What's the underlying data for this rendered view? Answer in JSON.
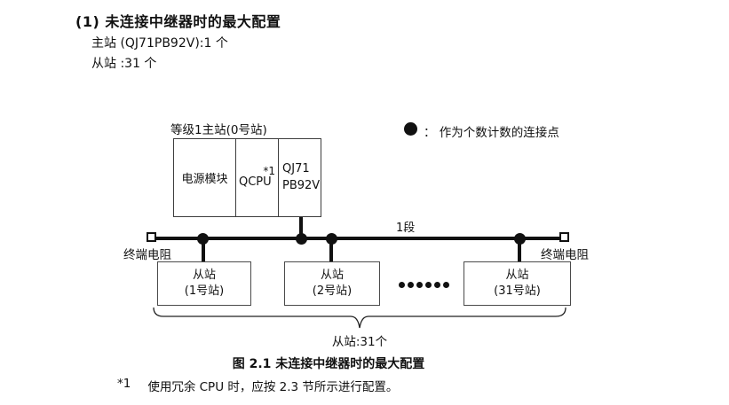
{
  "page": {
    "heading": "(1) 未连接中继器时的最大配置",
    "master_line": "主站 (QJ71PB92V):1 个",
    "slave_line": "从站 :31 个"
  },
  "legend": {
    "dot_icon": "filled-circle",
    "text": "： 作为个数计数的连接点"
  },
  "diagram": {
    "master_label": "等级1主站(0号站)",
    "master_cells": {
      "power": "电源模块",
      "cpu": "QCPU",
      "cpu_note": "*1",
      "module_line1": "QJ71",
      "module_line2": "PB92V"
    },
    "segment_label": "1段",
    "terminator_left": "终端电阻",
    "terminator_right": "终端电阻",
    "slaves": [
      {
        "line1": "从站",
        "line2": "(1号站)"
      },
      {
        "line1": "从站",
        "line2": "(2号站)"
      },
      {
        "line1": "从站",
        "line2": "(31号站)"
      }
    ],
    "ellipsis_dots": 6,
    "brace_label": "从站:31个"
  },
  "caption": "图 2.1 未连接中继器时的最大配置",
  "footnote": {
    "marker": "*1",
    "text": "使用冗余 CPU 时，应按 2.3 节所示进行配置。"
  },
  "colors": {
    "ink": "#111111",
    "box_border": "#3d3d3d",
    "background": "#ffffff"
  }
}
